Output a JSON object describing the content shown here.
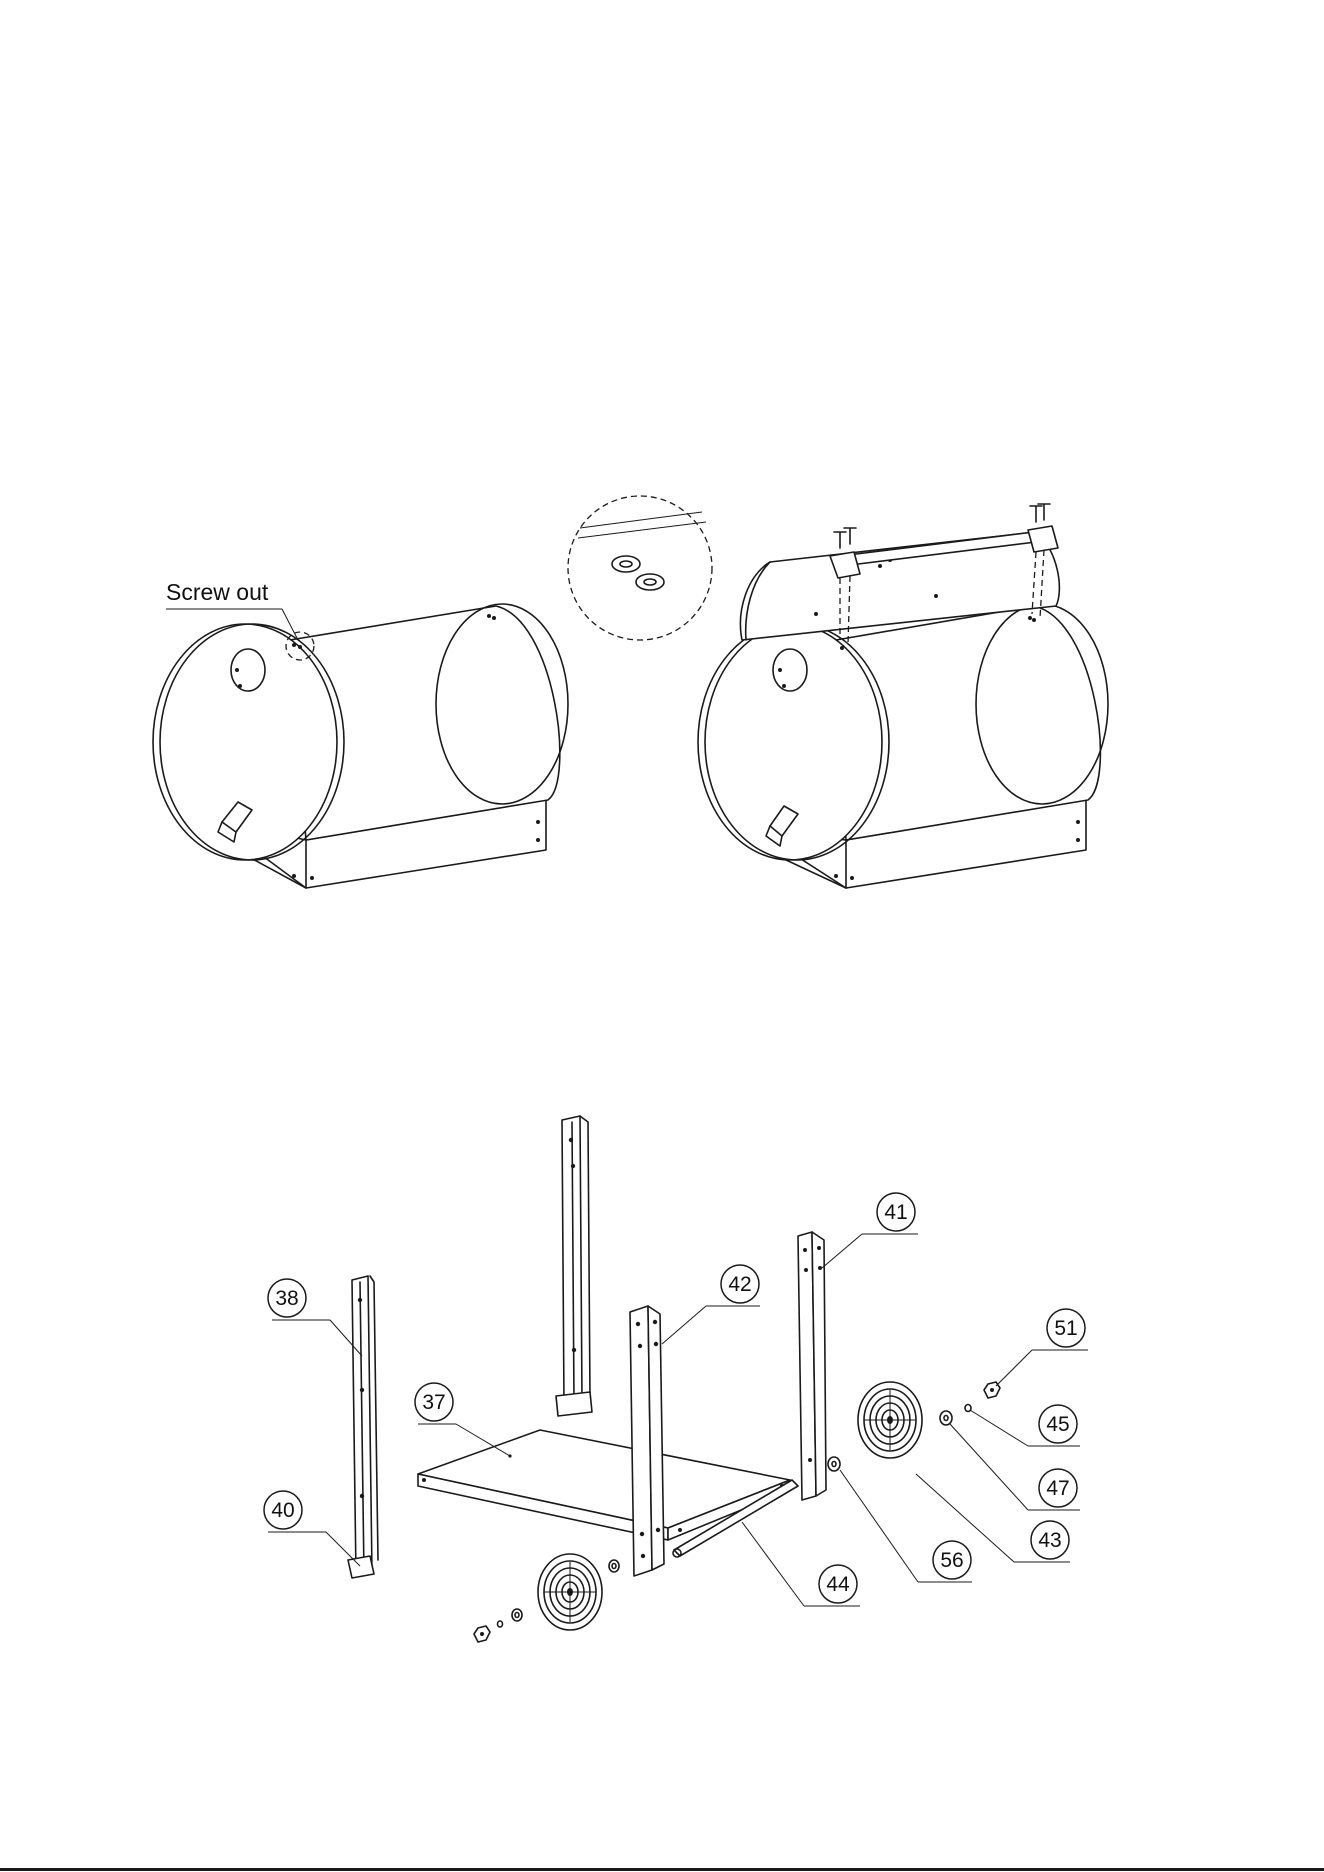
{
  "step_top": {
    "note": "Screw out"
  },
  "callouts": [
    {
      "id": "38",
      "label": "38"
    },
    {
      "id": "37",
      "label": "37"
    },
    {
      "id": "40",
      "label": "40"
    },
    {
      "id": "42",
      "label": "42"
    },
    {
      "id": "41",
      "label": "41"
    },
    {
      "id": "51",
      "label": "51"
    },
    {
      "id": "45",
      "label": "45"
    },
    {
      "id": "47",
      "label": "47"
    },
    {
      "id": "43",
      "label": "43"
    },
    {
      "id": "56",
      "label": "56"
    },
    {
      "id": "44",
      "label": "44"
    }
  ]
}
